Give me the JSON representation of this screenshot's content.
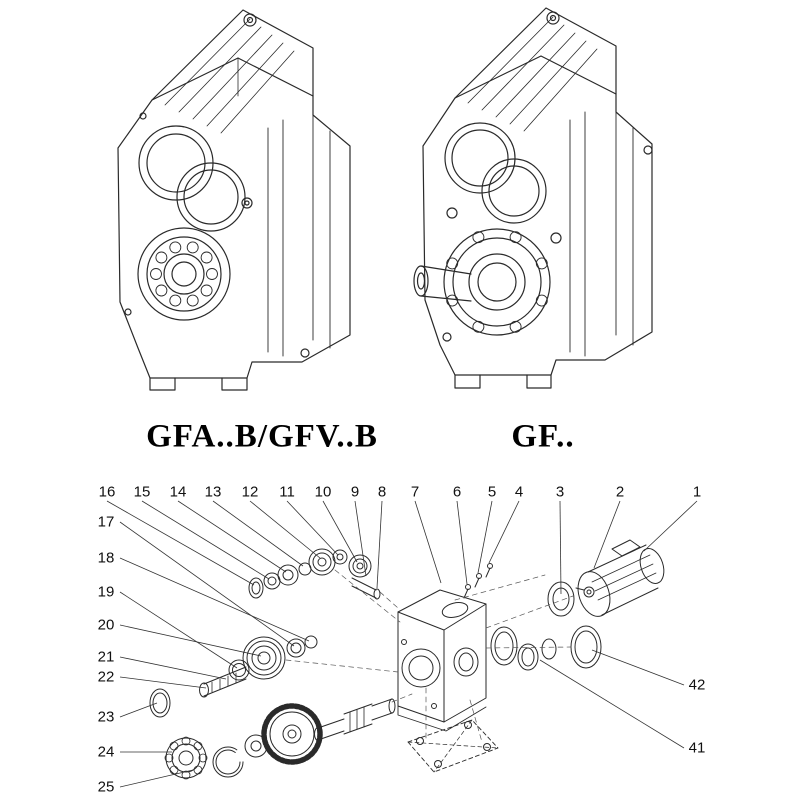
{
  "diagram": {
    "models": {
      "left_label": "GFA..B/GFV..B",
      "right_label": "GF.."
    },
    "exploded": {
      "callouts_top": [
        "16",
        "15",
        "14",
        "13",
        "12",
        "11",
        "10",
        "9",
        "8",
        "7",
        "6",
        "5",
        "4",
        "3",
        "2",
        "1"
      ],
      "callouts_left": [
        "17",
        "18",
        "19",
        "20",
        "21",
        "22",
        "23",
        "24",
        "25"
      ],
      "callouts_right": [
        "42",
        "41"
      ]
    },
    "colors": {
      "line": "#2a2a2a",
      "background": "#ffffff",
      "text": "#111111"
    }
  }
}
